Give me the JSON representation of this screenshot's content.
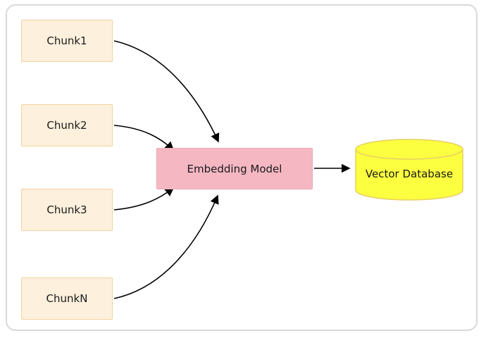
{
  "diagram": {
    "type": "flowchart",
    "description": "Document chunks feeding an embedding model which stores vectors in a vector database",
    "chunks": [
      {
        "id": "chunk1",
        "label": "Chunk1"
      },
      {
        "id": "chunk2",
        "label": "Chunk2"
      },
      {
        "id": "chunk3",
        "label": "Chunk3"
      },
      {
        "id": "chunkN",
        "label": "ChunkN"
      }
    ],
    "embedding_model": {
      "label": "Embedding Model"
    },
    "vector_database": {
      "label": "Vector Database",
      "shape": "cylinder"
    },
    "edges": [
      {
        "from": "Chunk1",
        "to": "Embedding Model"
      },
      {
        "from": "Chunk2",
        "to": "Embedding Model"
      },
      {
        "from": "Chunk3",
        "to": "Embedding Model"
      },
      {
        "from": "ChunkN",
        "to": "Embedding Model"
      },
      {
        "from": "Embedding Model",
        "to": "Vector Database"
      }
    ],
    "colors": {
      "chunk_fill": "#fdf0dc",
      "chunk_border": "#f0d2a2",
      "embedding_fill": "#f5b8c3",
      "embedding_border": "#e9a9b6",
      "vector_fill": "#fcff3f",
      "vector_border": "#e6cf63",
      "arrow": "#000000",
      "frame_border": "#d9d9d9",
      "background": "#ffffff"
    }
  }
}
